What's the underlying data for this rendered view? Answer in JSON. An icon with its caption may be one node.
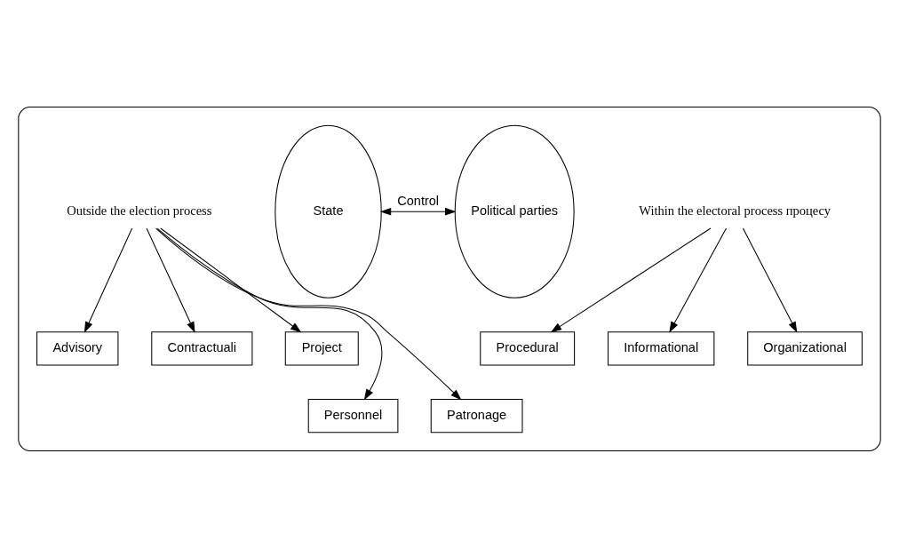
{
  "diagram": {
    "nodes": [
      {
        "text": [],
        "shape": "ellipse"
      },
      {
        "text": [
          "Within the electoral process процесу"
        ],
        "in": 0
      },
      {
        "text": [
          "Procedural"
        ],
        "in": 0
      },
      {
        "text": [
          "Informational"
        ],
        "in": 0
      },
      {
        "text": [
          "Organizational"
        ],
        "in": 0
      },
      {
        "text": [
          "State"
        ],
        "in": 0
      },
      {
        "text": [
          "Political parties"
        ],
        "in": 0
      },
      {
        "text": [
          "Outside the election process"
        ],
        "in": 0
      },
      {
        "text": [
          "Advisory"
        ],
        "in": 0
      },
      {
        "text": [
          "Contractuali"
        ],
        "in": 0
      },
      {
        "text": [
          "Project"
        ],
        "in": 0
      },
      {
        "text": [
          "Personnel"
        ],
        "in": 0
      },
      {
        "text": [
          "Patronage"
        ],
        "in": 0
      }
    ],
    "edges": [
      {
        "from": 1,
        "to": 2,
        "arrow": "to"
      },
      {
        "from": 1,
        "to": 3,
        "arrow": "to"
      },
      {
        "from": 1,
        "to": 4,
        "arrow": "to"
      },
      {
        "from": 5,
        "to": 6,
        "arrow": "both",
        "label": "Control"
      },
      {
        "from": 7,
        "to": 8,
        "arrow": "to"
      },
      {
        "from": 7,
        "to": 11,
        "arrow": "to"
      },
      {
        "from": 7,
        "to": 9,
        "arrow": "to"
      },
      {
        "from": 7,
        "to": 12,
        "arrow": "to"
      },
      {
        "from": 7,
        "to": 10,
        "arrow": "to"
      }
    ]
  }
}
